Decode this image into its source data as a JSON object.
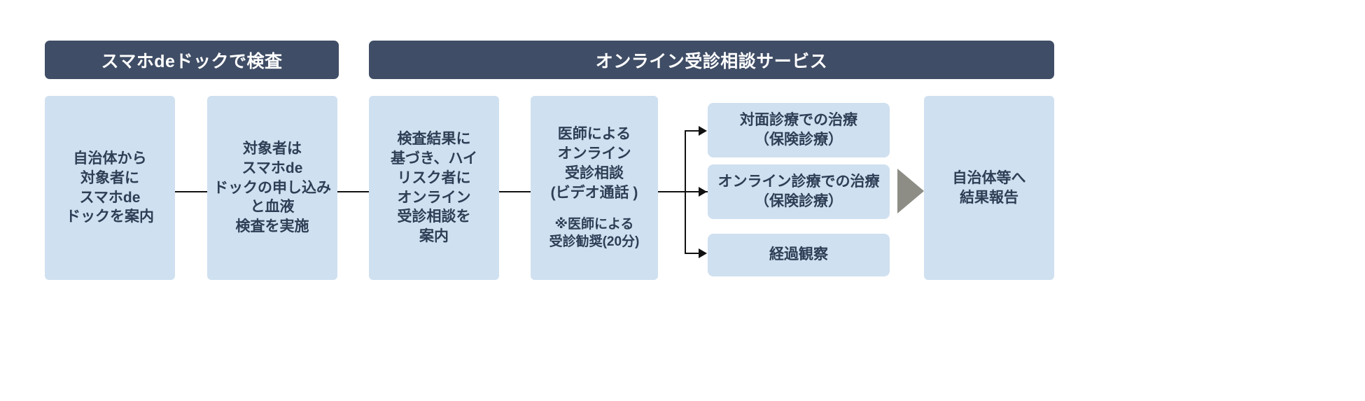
{
  "diagram": {
    "title_banners": [
      {
        "id": "banner-exam",
        "label": "スマホdeドックで検査"
      },
      {
        "id": "banner-online",
        "label": "オンライン受診相談サービス"
      }
    ],
    "flow_steps": [
      {
        "id": "step-1",
        "label": "自治体から\n対象者に\nスマホde\nドックを案内"
      },
      {
        "id": "step-2",
        "label": "対象者は\nスマホde\nドックの申し込み\nと血液\n検査を実施"
      },
      {
        "id": "step-3",
        "label": "検査結果に\n基づき、ハイ\nリスク者に\nオンライン\n受診相談を\n案内"
      },
      {
        "id": "step-4",
        "label": "医師による\nオンライン\n受診相談\n(ビデオ通話 )",
        "note": "※医師による\n受診勧奨(20分)"
      }
    ],
    "branches": [
      {
        "id": "branch-inperson",
        "label": "対面診療での治療\n（保険診療）"
      },
      {
        "id": "branch-online",
        "label": "オンライン診療での治療\n（保険診療）"
      },
      {
        "id": "branch-followup",
        "label": "経過観察"
      }
    ],
    "outcome": {
      "id": "outcome-report",
      "label": "自治体等へ\n結果報告"
    },
    "colors": {
      "banner_bg": "#3f4d66",
      "banner_text": "#ffffff",
      "node_bg": "#cfe0f0",
      "node_text": "#2e3e55",
      "connector": "#111111",
      "triangle": "#8d8d85",
      "page_bg": "#ffffff"
    }
  }
}
